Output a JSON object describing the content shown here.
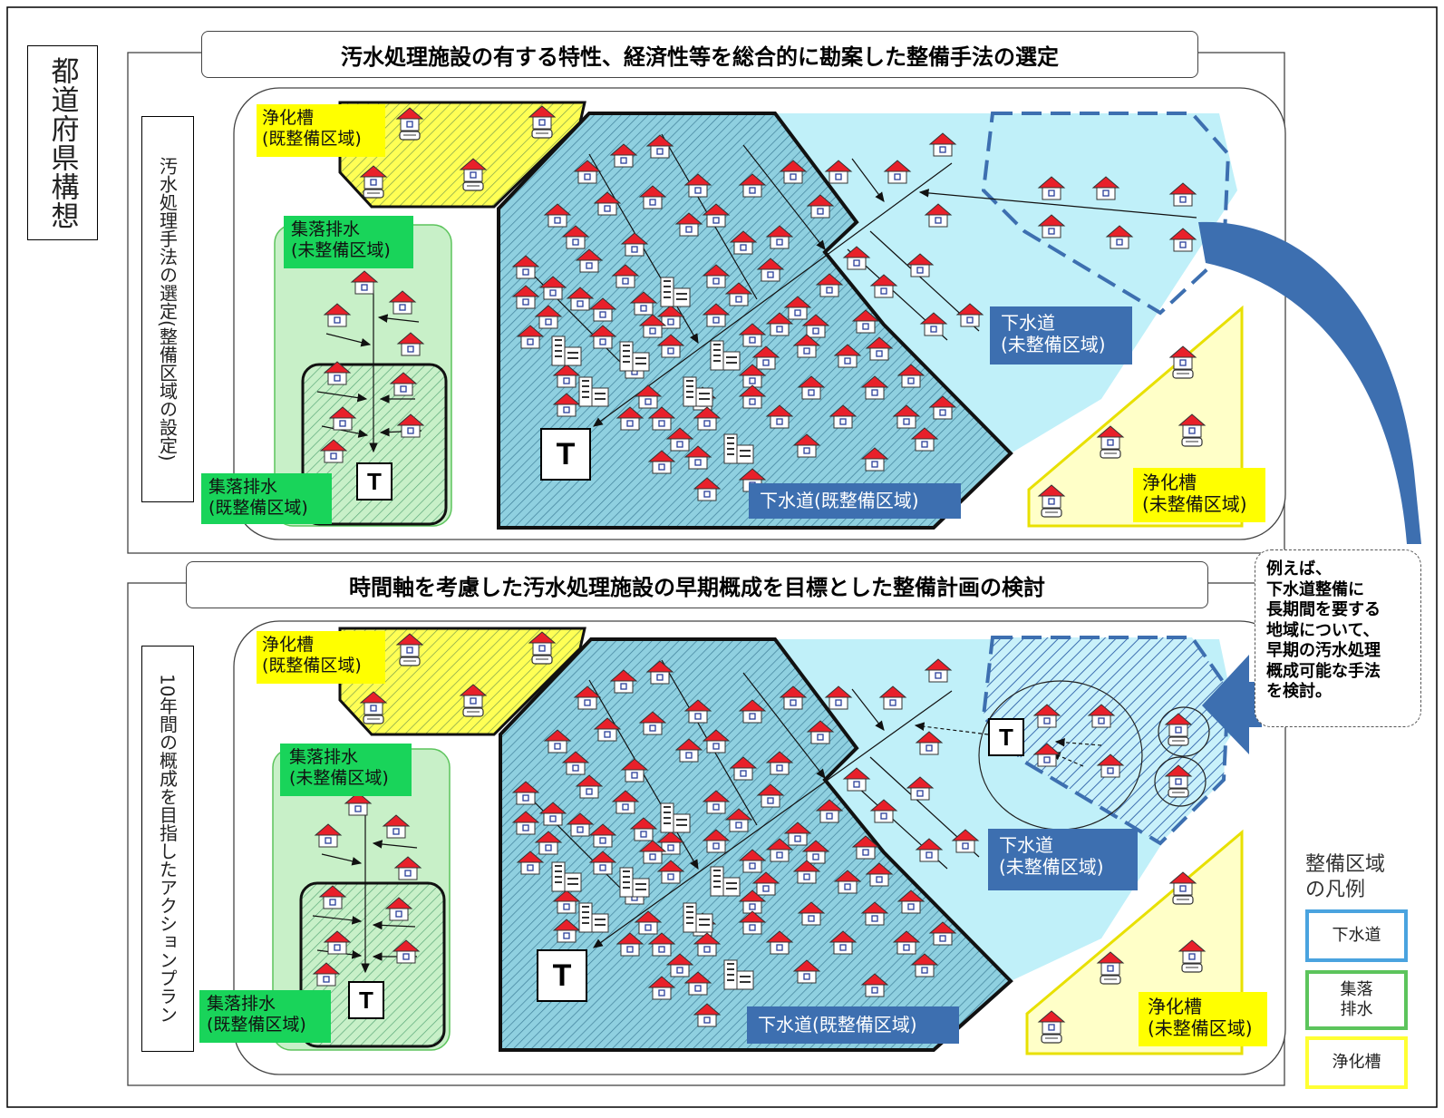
{
  "left_label": "都道府県構想",
  "section1": {
    "title": "汚水処理施設の有する特性、経済性等を総合的に勘案した整備手法の選定",
    "side_label": "汚水処理手法の選定(整備区域の設定)"
  },
  "section2": {
    "title": "時間軸を考慮した汚水処理施設の早期概成を目標とした整備計画の検討",
    "side_label": "10年間の概成を目指したアクションプラン"
  },
  "zones": {
    "septic_existing": "浄化槽\n(既整備区域)",
    "village_unplanned": "集落排水\n(未整備区域)",
    "village_existing": "集落排水\n(既整備区域)",
    "sewer_unplanned": "下水道\n(未整備区域)",
    "sewer_existing": "下水道(既整備区域)",
    "septic_unplanned": "浄化槽\n(未整備区域)"
  },
  "treatment_symbol": "T",
  "callout": "例えば、\n下水道整備に\n長期間を要する\n地域について、\n早期の汚水処理\n概成可能な手法\nを検討。",
  "legend": {
    "title": "整備区域\nの凡例",
    "items": [
      {
        "label": "下水道",
        "color": "#4aa3df"
      },
      {
        "label": "集落\n排水",
        "color": "#5cc45c"
      },
      {
        "label": "浄化槽",
        "color": "#ffff33"
      }
    ]
  },
  "colors": {
    "sewer_fill": "#bff0f8",
    "sewer_existing_fill": "#8ccfe0",
    "village_fill": "#c8f0c8",
    "septic_fill": "#ffffc8",
    "septic_existing_fill": "#ffff66",
    "label_green": "#19d45a",
    "label_yellow": "#ffff00",
    "label_blue": "#3d6fb0",
    "arrow_blue": "#3a6ea8"
  }
}
